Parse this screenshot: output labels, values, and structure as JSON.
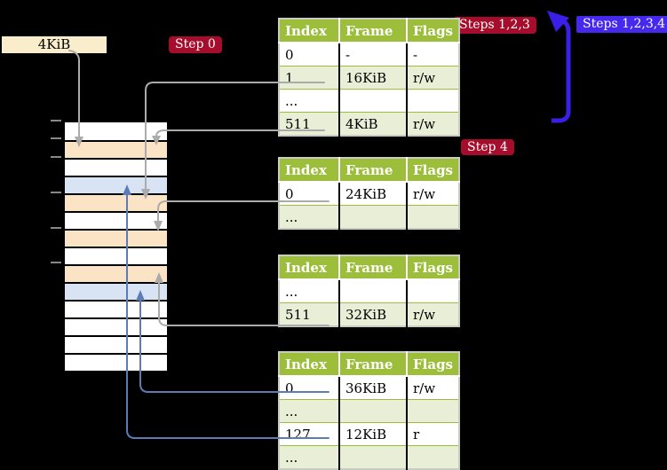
{
  "colors": {
    "background": "#000000",
    "table_header_green": "#9CBE3A",
    "table_row_alt_green": "#E9EFD6",
    "table_row_white": "#FFFFFF",
    "highlight_yellow": "#FBF49E",
    "badge_red": "#A60D2C",
    "badge_blue": "#4529EE",
    "big_arrow_blue": "#3A1FE8",
    "memory_frame_peach": "#FBE3C5",
    "memory_page_blue": "#D8E4F4",
    "pointer_gray": "#ABABAB",
    "pointer_blue": "#5B7CB5",
    "label_box_cream": "#FAEDCB",
    "tick_gray": "#888888",
    "table_border_gray": "#C9CDC1"
  },
  "labels": {
    "page_size": "4KiB",
    "step0": "Step 0",
    "steps123": "Steps 1,2,3",
    "steps1234": "Steps 1,2,3,4",
    "step4": "Step 4"
  },
  "memory": {
    "rows": [
      {
        "kind": "free"
      },
      {
        "kind": "frame"
      },
      {
        "kind": "free"
      },
      {
        "kind": "page"
      },
      {
        "kind": "frame"
      },
      {
        "kind": "free"
      },
      {
        "kind": "frame"
      },
      {
        "kind": "free"
      },
      {
        "kind": "frame"
      },
      {
        "kind": "page"
      },
      {
        "kind": "free"
      },
      {
        "kind": "free"
      },
      {
        "kind": "free"
      },
      {
        "kind": "free"
      }
    ],
    "ticks_y": [
      135,
      155,
      176,
      216,
      256,
      295
    ]
  },
  "tables": [
    {
      "columns": [
        "Index",
        "Frame",
        "Flags"
      ],
      "rows": [
        {
          "cells": [
            "0",
            "-",
            "-"
          ],
          "highlight": false
        },
        {
          "cells": [
            "1",
            "16KiB",
            "r/w"
          ],
          "highlight": false
        },
        {
          "cells": [
            "...",
            "",
            ""
          ],
          "highlight": false
        },
        {
          "cells": [
            "511",
            "4KiB",
            "r/w"
          ],
          "highlight": true
        }
      ]
    },
    {
      "columns": [
        "Index",
        "Frame",
        "Flags"
      ],
      "rows": [
        {
          "cells": [
            "0",
            "24KiB",
            "r/w"
          ],
          "highlight": false
        },
        {
          "cells": [
            "...",
            "",
            ""
          ],
          "highlight": false
        }
      ]
    },
    {
      "columns": [
        "Index",
        "Frame",
        "Flags"
      ],
      "rows": [
        {
          "cells": [
            "...",
            "",
            ""
          ],
          "highlight": false
        },
        {
          "cells": [
            "511",
            "32KiB",
            "r/w"
          ],
          "highlight": false
        }
      ]
    },
    {
      "columns": [
        "Index",
        "Frame",
        "Flags"
      ],
      "rows": [
        {
          "cells": [
            "0",
            "36KiB",
            "r/w"
          ],
          "highlight": false
        },
        {
          "cells": [
            "...",
            "",
            ""
          ],
          "highlight": false
        },
        {
          "cells": [
            "127",
            "12KiB",
            "r"
          ],
          "highlight": false
        },
        {
          "cells": [
            "...",
            "",
            ""
          ],
          "highlight": false
        }
      ]
    }
  ]
}
